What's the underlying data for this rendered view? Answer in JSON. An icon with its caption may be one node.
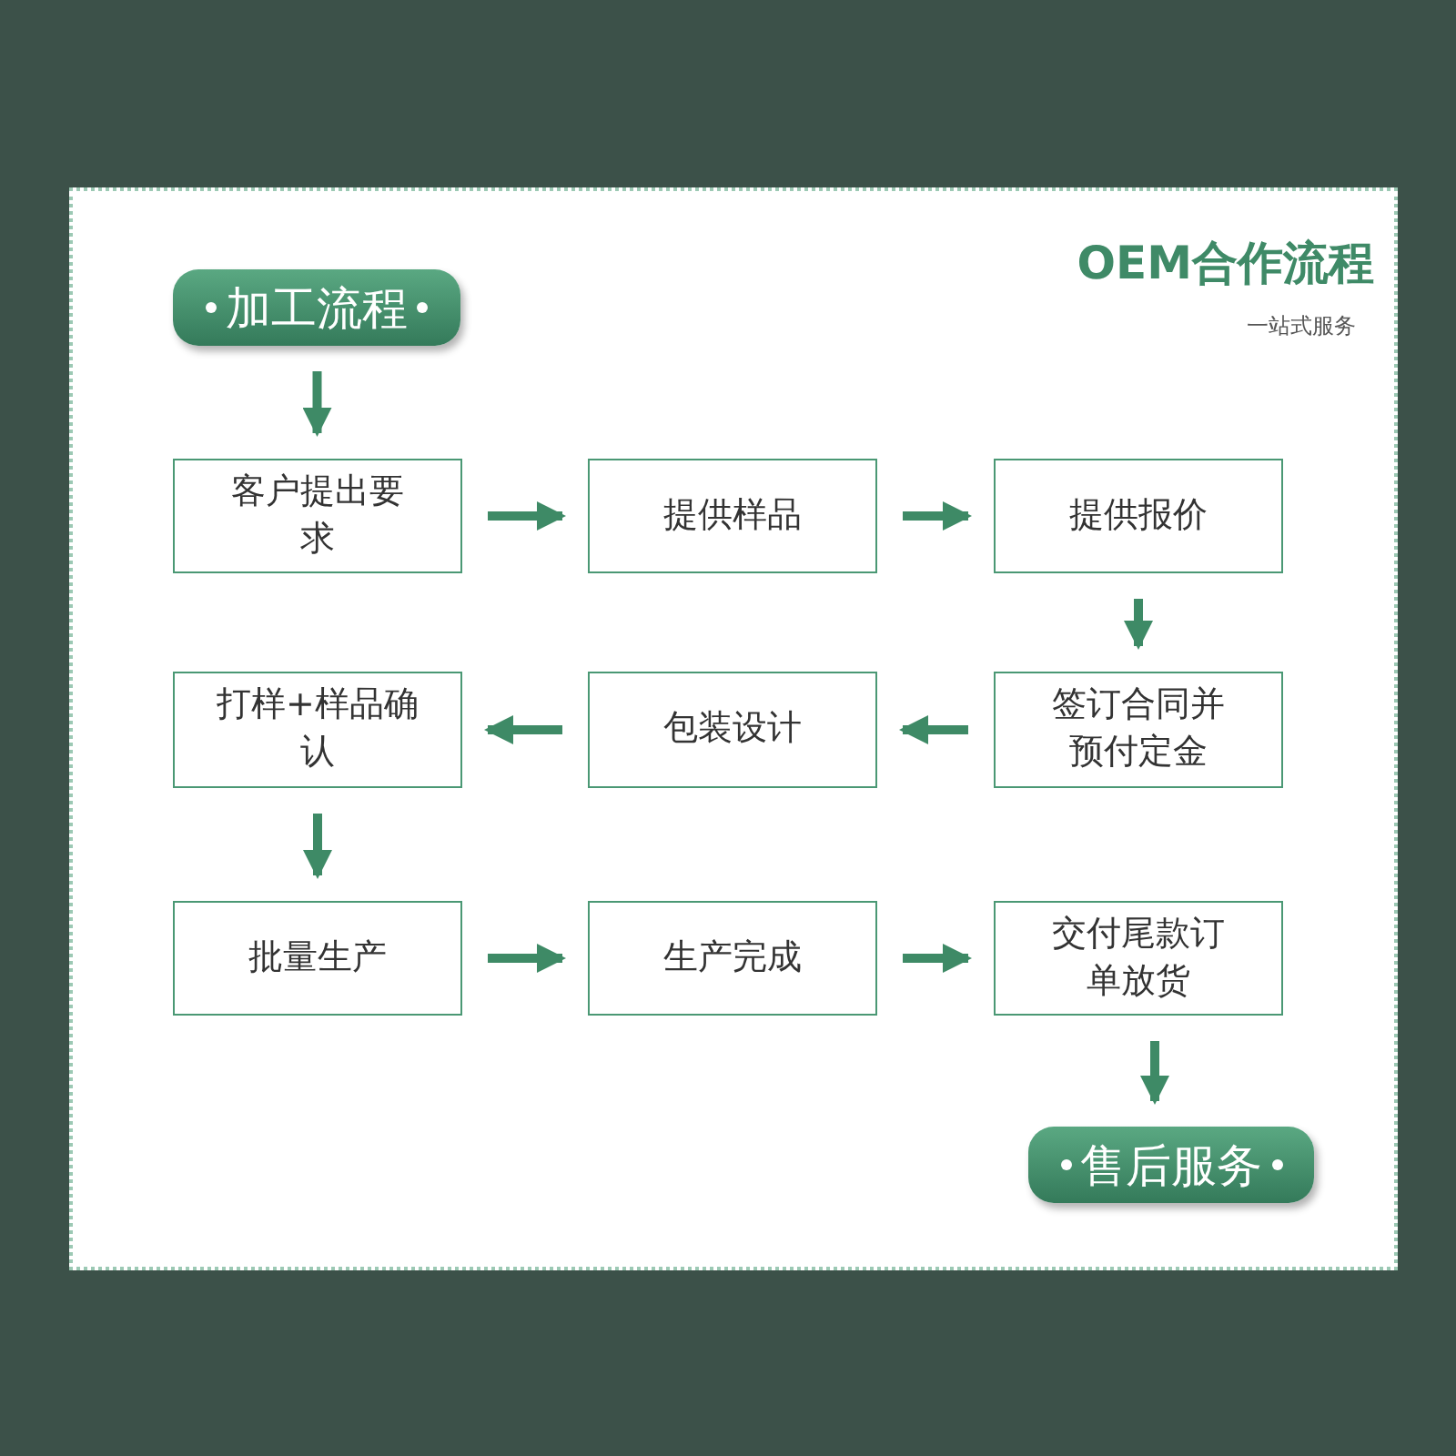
{
  "diagram": {
    "title": "OEM合作流程",
    "caption": "一站式服务",
    "nodes": [
      {
        "text": [
          "加工流程"
        ]
      },
      {
        "text": [
          "客户提出要求"
        ]
      },
      {
        "text": [
          "提供样品"
        ]
      },
      {
        "text": [
          "提供报价"
        ]
      },
      {
        "text": [
          "签订合同并预付定金"
        ]
      },
      {
        "text": [
          "包装设计"
        ]
      },
      {
        "text": [
          "打样+样品确认"
        ]
      },
      {
        "text": [
          "批量生产"
        ]
      },
      {
        "text": [
          "生产完成"
        ]
      },
      {
        "text": [
          "交付尾款订单放货"
        ]
      },
      {
        "text": [
          "售后服务"
        ]
      }
    ],
    "edges": [
      {
        "from": 0,
        "to": 1,
        "arrow": "to"
      },
      {
        "from": 1,
        "to": 2,
        "arrow": "to"
      },
      {
        "from": 2,
        "to": 3,
        "arrow": "to"
      },
      {
        "from": 3,
        "to": 4,
        "arrow": "to"
      },
      {
        "from": 4,
        "to": 5,
        "arrow": "to"
      },
      {
        "from": 5,
        "to": 6,
        "arrow": "to"
      },
      {
        "from": 6,
        "to": 7,
        "arrow": "to"
      },
      {
        "from": 7,
        "to": 8,
        "arrow": "to"
      },
      {
        "from": 8,
        "to": 9,
        "arrow": "to"
      },
      {
        "from": 9,
        "to": 10,
        "arrow": "to"
      }
    ]
  }
}
